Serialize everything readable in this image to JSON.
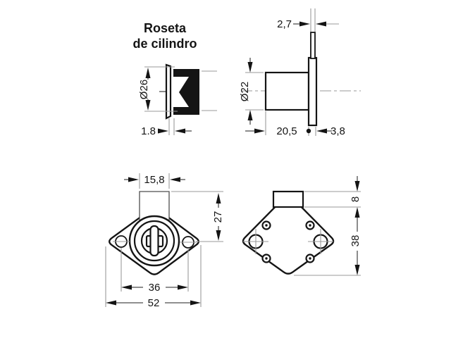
{
  "title": {
    "line1": "Roseta",
    "line2": "de cilindro"
  },
  "dimensions": {
    "rosette_diameter": "Ø26",
    "rosette_thickness": "1.8",
    "spindle_width": "2,7",
    "cylinder_diameter": "Ø22",
    "cylinder_length": "20,5",
    "flange_thickness": "3,8",
    "housing_width": "15,8",
    "housing_height": "27",
    "hole_spacing": "36",
    "overall_width": "52",
    "latch_height": "8",
    "plate_height": "38"
  },
  "colors": {
    "line": "#141414",
    "thin_line": "#9a9a9a",
    "background": "#ffffff"
  }
}
